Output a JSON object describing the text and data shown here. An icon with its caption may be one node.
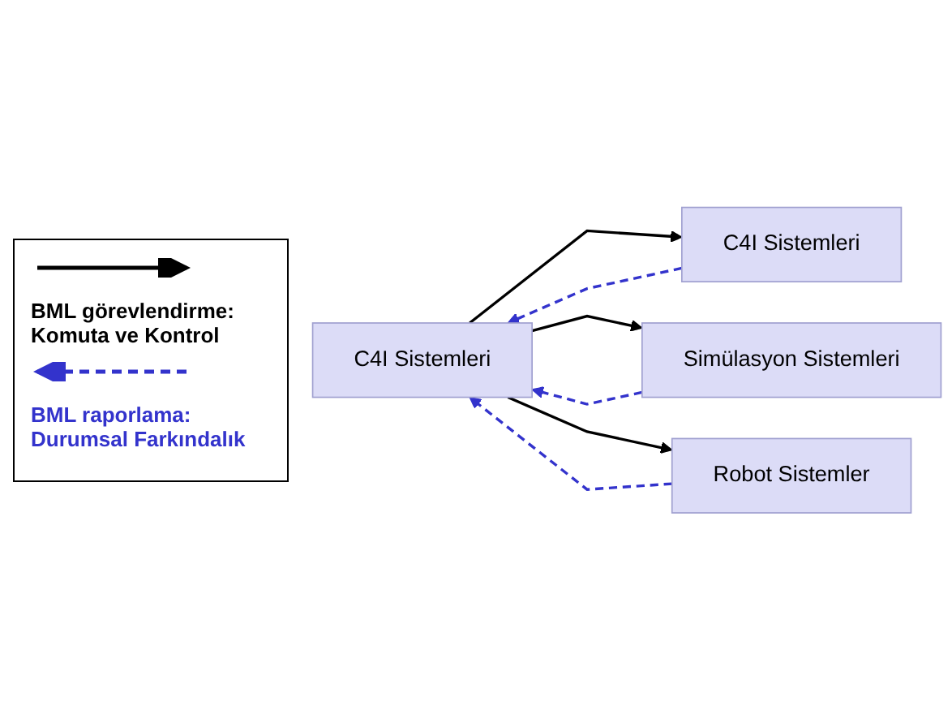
{
  "diagram": {
    "nodes": [
      {
        "text": [
          "C4I Sistemleri"
        ]
      },
      {
        "text": [
          "C4I Sistemleri"
        ]
      },
      {
        "text": [
          "Simülasyon Sistemleri"
        ]
      },
      {
        "text": [
          "Robot Sistemler"
        ]
      }
    ],
    "edges": [
      {
        "from": 0,
        "to": 1,
        "arrow": "to"
      },
      {
        "from": 0,
        "to": 2,
        "arrow": "to"
      },
      {
        "from": 0,
        "to": 3,
        "arrow": "to"
      },
      {
        "from": 1,
        "to": 0,
        "arrow": "to",
        "style": "dashed",
        "color": "#3333cc"
      },
      {
        "from": 2,
        "to": 0,
        "arrow": "to",
        "style": "dashed",
        "color": "#3333cc"
      },
      {
        "from": 3,
        "to": 0,
        "arrow": "to",
        "style": "dashed",
        "color": "#3333cc"
      }
    ],
    "legend": [
      {
        "text": "BML görevlendirme: Komuta ve Kontrol"
      },
      {
        "text": "BML raporlama: Durumsal Farkındalık"
      }
    ]
  }
}
